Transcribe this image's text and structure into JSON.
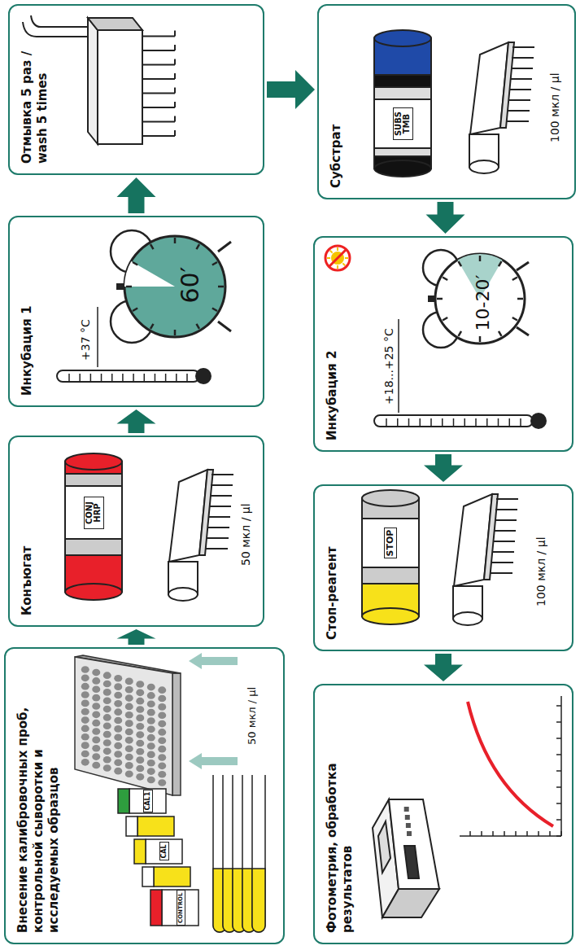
{
  "diagram": {
    "nodes": [
      {
        "text": [
          "Внесение калибровочных проб, контрольной сыворотки и исследуемых образцов",
          "50 мкл / µl"
        ]
      },
      {
        "text": [
          "Конъюгат",
          "50 мкл / µl"
        ]
      },
      {
        "text": [
          "Инкубация 1",
          "+37 °C",
          "60′"
        ]
      },
      {
        "text": [
          "Отмывка 5 раз / wash 5 times"
        ]
      },
      {
        "text": [
          "Субстрат",
          "100 мкл / µl"
        ]
      },
      {
        "text": [
          "Инкубация 2",
          "+18...+25 °C",
          "10-20′"
        ]
      },
      {
        "text": [
          "Стоп-реагент",
          "100 мкл / µl"
        ]
      },
      {
        "text": [
          "Фотометрия, обработка результатов"
        ]
      }
    ],
    "edges": [
      {
        "from": 0,
        "to": 1,
        "arrow": "to"
      },
      {
        "from": 1,
        "to": 2,
        "arrow": "to"
      },
      {
        "from": 2,
        "to": 3,
        "arrow": "to"
      },
      {
        "from": 3,
        "to": 4,
        "arrow": "to"
      },
      {
        "from": 4,
        "to": 5,
        "arrow": "to"
      },
      {
        "from": 5,
        "to": 6,
        "arrow": "to"
      },
      {
        "from": 6,
        "to": 7,
        "arrow": "to"
      }
    ],
    "labels": [
      "CAL1",
      "CAL",
      "CONTROL",
      "CONJ HRP",
      "SUBS TMB",
      "STOP"
    ]
  }
}
